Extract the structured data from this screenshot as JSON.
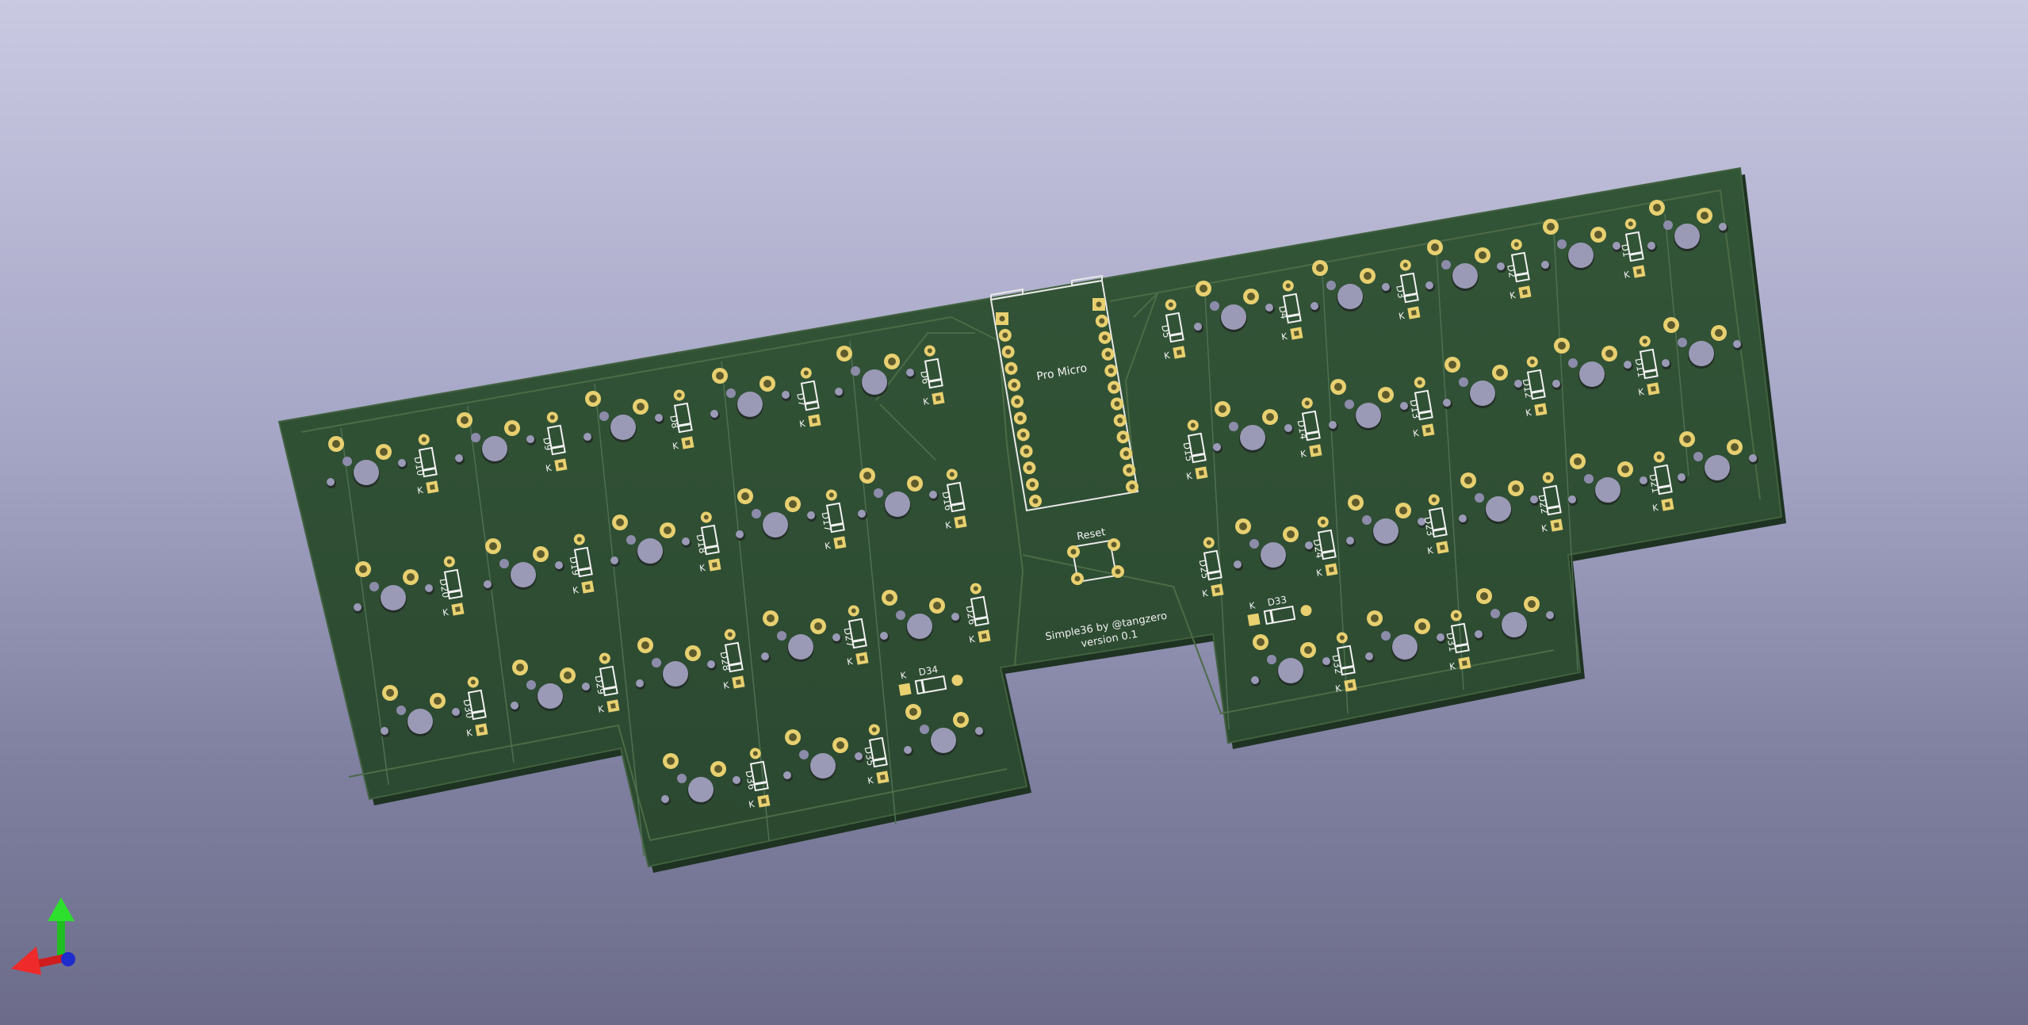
{
  "colors": {
    "background_top": "#c9c9e2",
    "background_bottom": "#6c6c8a",
    "board": "#2f4d33",
    "board_edge": "#1e3322",
    "copper": "#e8d070",
    "pad_center": "#5c5a2c",
    "hole": "#9a9ab6",
    "silkscreen": "#f2f2f2",
    "axis_x": "#e02020",
    "axis_y": "#20c020",
    "axis_z": "#2030d0"
  },
  "board": {
    "module_label": "Pro Micro",
    "reset_label": "Reset",
    "credit_line1": "Simple36 by @tangzero",
    "credit_line2": "version 0.1",
    "diode_labels": [
      "D1",
      "D2",
      "D3",
      "D4",
      "D5",
      "D6",
      "D7",
      "D8",
      "D9",
      "D10",
      "D11",
      "D12",
      "D13",
      "D14",
      "D15",
      "D16",
      "D17",
      "D18",
      "D19",
      "D20",
      "D21",
      "D22",
      "D23",
      "D24",
      "D25",
      "D26",
      "D27",
      "D28",
      "D29",
      "D30",
      "D31",
      "D32",
      "D33",
      "D34",
      "D35",
      "D36"
    ],
    "cathode_mark": "K"
  },
  "gizmo": {
    "x_icon": "x-axis-arrow-icon",
    "y_icon": "y-axis-arrow-icon",
    "z_icon": "z-axis-dot-icon"
  }
}
